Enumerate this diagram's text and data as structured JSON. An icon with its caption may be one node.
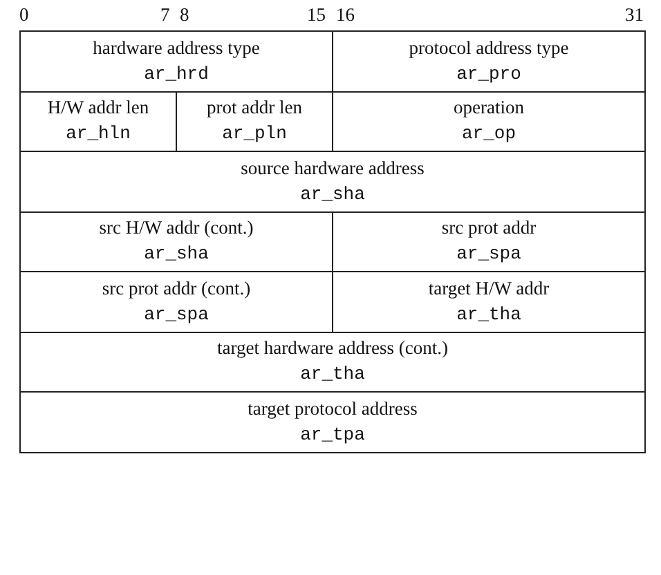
{
  "diagram": {
    "nodes": [
      {
        "text": [
          "hardware address type",
          "ar_hrd"
        ]
      },
      {
        "text": [
          "protocol address type",
          "ar_pro"
        ]
      },
      {
        "text": [
          "H/W addr len",
          "ar_hln"
        ]
      },
      {
        "text": [
          "prot addr len",
          "ar_pln"
        ]
      },
      {
        "text": [
          "operation",
          "ar_op"
        ]
      },
      {
        "text": [
          "source hardware address",
          "ar_sha"
        ]
      },
      {
        "text": [
          "src H/W addr (cont.)",
          "ar_sha"
        ]
      },
      {
        "text": [
          "src prot addr",
          "ar_spa"
        ]
      },
      {
        "text": [
          "src prot addr (cont.)",
          "ar_spa"
        ]
      },
      {
        "text": [
          "target H/W addr",
          "ar_tha"
        ]
      },
      {
        "text": [
          "target hardware address (cont.)",
          "ar_tha"
        ]
      },
      {
        "text": [
          "target protocol address",
          "ar_tpa"
        ]
      }
    ],
    "labels": [
      "0",
      "7",
      "8",
      "15",
      "16",
      "31"
    ]
  }
}
